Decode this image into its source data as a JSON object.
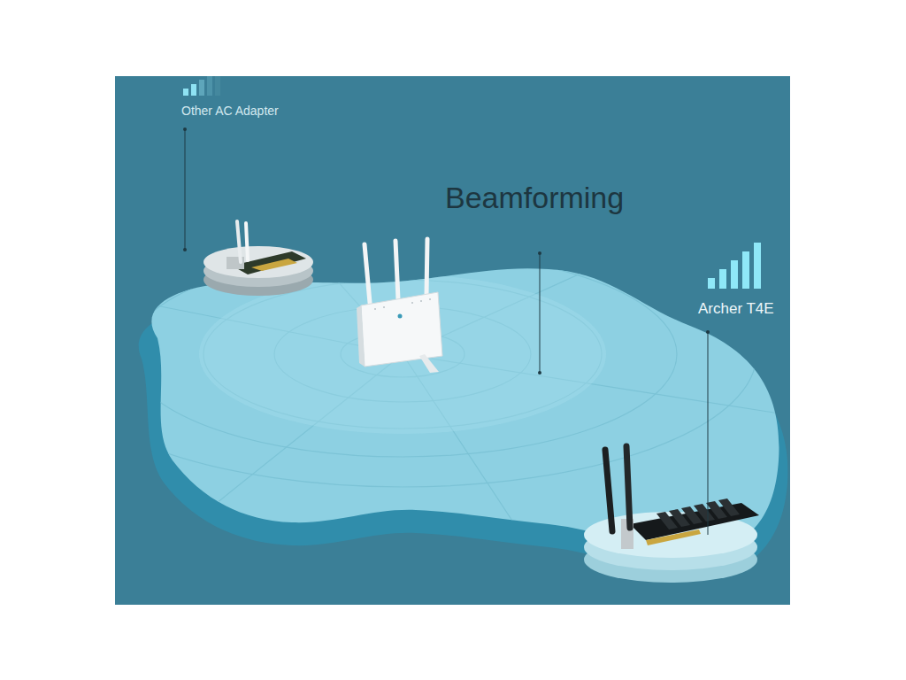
{
  "diagram": {
    "title": "Beamforming",
    "labels": [
      "Other AC Adapter",
      "Archer T4E"
    ]
  }
}
